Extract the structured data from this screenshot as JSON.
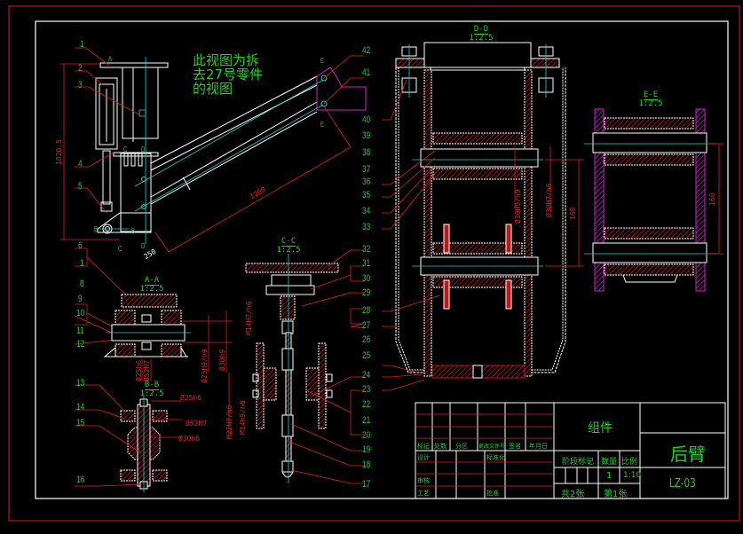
{
  "drawing": {
    "background": "#000000",
    "colors": {
      "border": "#e01818",
      "outline": "#ffffff",
      "centerline": "#20d0d0",
      "text": "#22d022",
      "dimension": "#e02020",
      "hatch": "#c01818",
      "plate": "#d020d0"
    },
    "note": [
      "此视图为拆",
      "去27号零件",
      "的视图"
    ],
    "sections": {
      "aa": {
        "name": "A-A",
        "scale": "1:2.5"
      },
      "bb": {
        "name": "B-B",
        "scale": "1:2.5"
      },
      "cc": {
        "name": "C-C",
        "scale": "1:2.5"
      },
      "dd": {
        "name": "D-D",
        "scale": "1:2.5"
      },
      "ee": {
        "name": "E-E",
        "scale": "1:2.5"
      }
    },
    "view_markers": [
      "A",
      "B",
      "B",
      "C",
      "C",
      "D",
      "D",
      "E",
      "E"
    ],
    "dimensions": {
      "height_left": "1020.5",
      "arm_length": "1200",
      "arm_offset": "250",
      "aa_d1": "Ø25h6",
      "aa_d2": "Ø52H7",
      "aa_d3": "Ø25H9/h9",
      "aa_d4": "Ø30h9",
      "bb_d1": "Ø25h6",
      "bb_d2": "Ø52H7",
      "bb_d3": "Ø30h6",
      "cc_d1": "M14H7/h6",
      "cc_d2": "M22H7/h6",
      "cc_d3": "M14h9/h6",
      "dd_d1": "Ø30H9/h9",
      "dd_d2": "Ø30H7/h6",
      "dd_span": "160",
      "ee_span": "160"
    },
    "part_numbers_left": [
      "1",
      "2",
      "3",
      "4",
      "5",
      "6",
      "1",
      "8",
      "9",
      "10",
      "11",
      "12",
      "13",
      "14",
      "15",
      "16"
    ],
    "part_numbers_center": [
      "17",
      "18",
      "19",
      "20",
      "21",
      "22",
      "23",
      "24",
      "25",
      "26",
      "27",
      "28",
      "29",
      "30",
      "31",
      "32",
      "33",
      "34",
      "35",
      "36",
      "37",
      "38",
      "39",
      "40",
      "41",
      "42"
    ]
  },
  "title_block": {
    "assembly_label": "组件",
    "drawing_title": "后臂",
    "drawing_number": "LZ-03",
    "rev_headers": [
      "标记",
      "处数",
      "分区",
      "更改文件号",
      "签名",
      "年月日"
    ],
    "sign_rows": [
      "设计",
      "标准化",
      "审核",
      "工艺",
      "批准"
    ],
    "stage_label": "阶段标记",
    "quantity_label": "数量",
    "scale_label": "比例",
    "quantity": "1",
    "scale": "1:10",
    "sheets_total": "共2张",
    "sheet_no": "第1张"
  }
}
